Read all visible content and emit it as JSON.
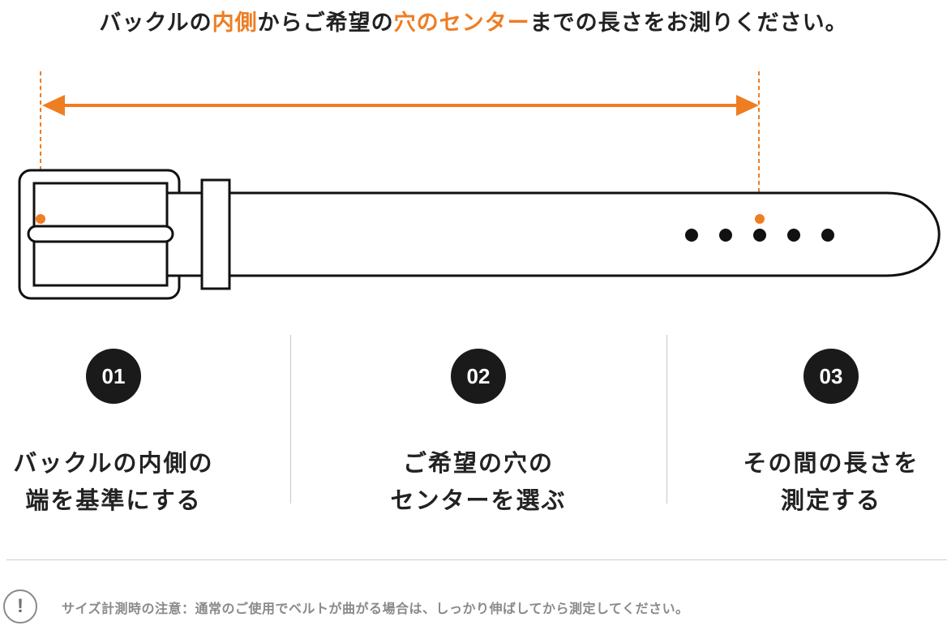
{
  "headline": {
    "part1": "バックルの",
    "hl1": "内側",
    "part2": "からご希望の",
    "hl2": "穴のセンター",
    "part3": "までの長さをお測りください。"
  },
  "colors": {
    "accent": "#ef7d22",
    "dark": "#1a1a1a",
    "text": "#222222",
    "muted": "#8a8a8a"
  },
  "steps": [
    {
      "number": "01",
      "line1": "バックルの内側の",
      "line2": "端を基準にする"
    },
    {
      "number": "02",
      "line1": "ご希望の穴の",
      "line2": "センターを選ぶ"
    },
    {
      "number": "03",
      "line1": "その間の長さを",
      "line2": "測定する"
    }
  ],
  "note": {
    "icon": "exclamation-circle-icon",
    "icon_glyph": "!",
    "text": "サイズ計測時の注意：通常のご使用でベルトが曲がる場合は、しっかり伸ばしてから測定してください。"
  }
}
